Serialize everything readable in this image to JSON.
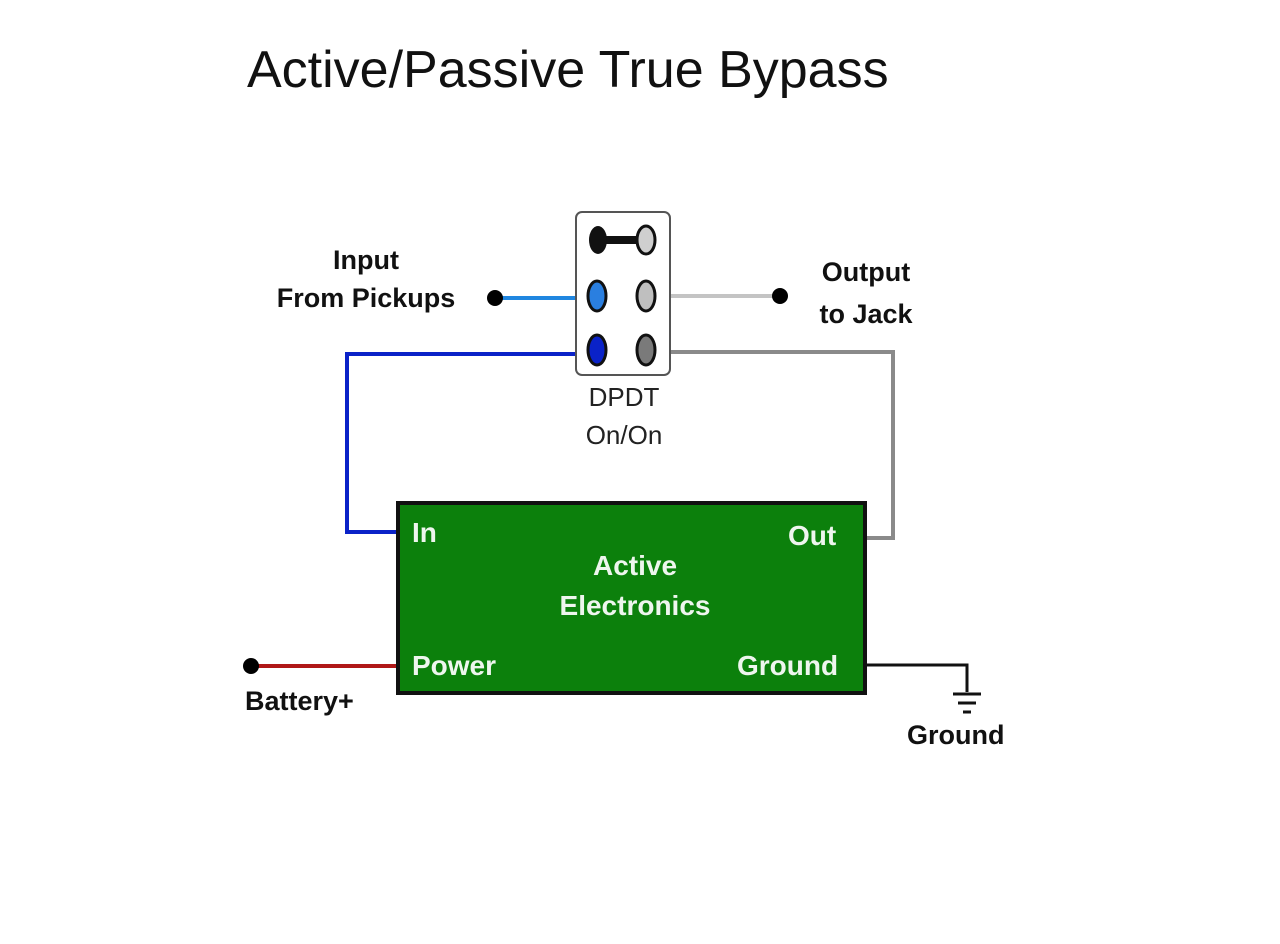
{
  "title": "Active/Passive True Bypass",
  "switch": {
    "label_line1": "DPDT",
    "label_line2": "On/On"
  },
  "input": {
    "line1": "Input",
    "line2": "From Pickups"
  },
  "output": {
    "line1": "Output",
    "line2": "to Jack"
  },
  "module": {
    "label_line1": "Active",
    "label_line2": "Electronics",
    "pin_in": "In",
    "pin_out": "Out",
    "pin_power": "Power",
    "pin_ground": "Ground"
  },
  "battery_label": "Battery+",
  "ground_label": "Ground",
  "colors": {
    "module_fill": "#0c800c",
    "wire_input": "#1f86e0",
    "wire_active_in": "#0a22c8",
    "wire_output": "#c4c4c4",
    "wire_active_out": "#8a8a8a",
    "wire_battery": "#b01818",
    "wire_ground": "#111111"
  }
}
